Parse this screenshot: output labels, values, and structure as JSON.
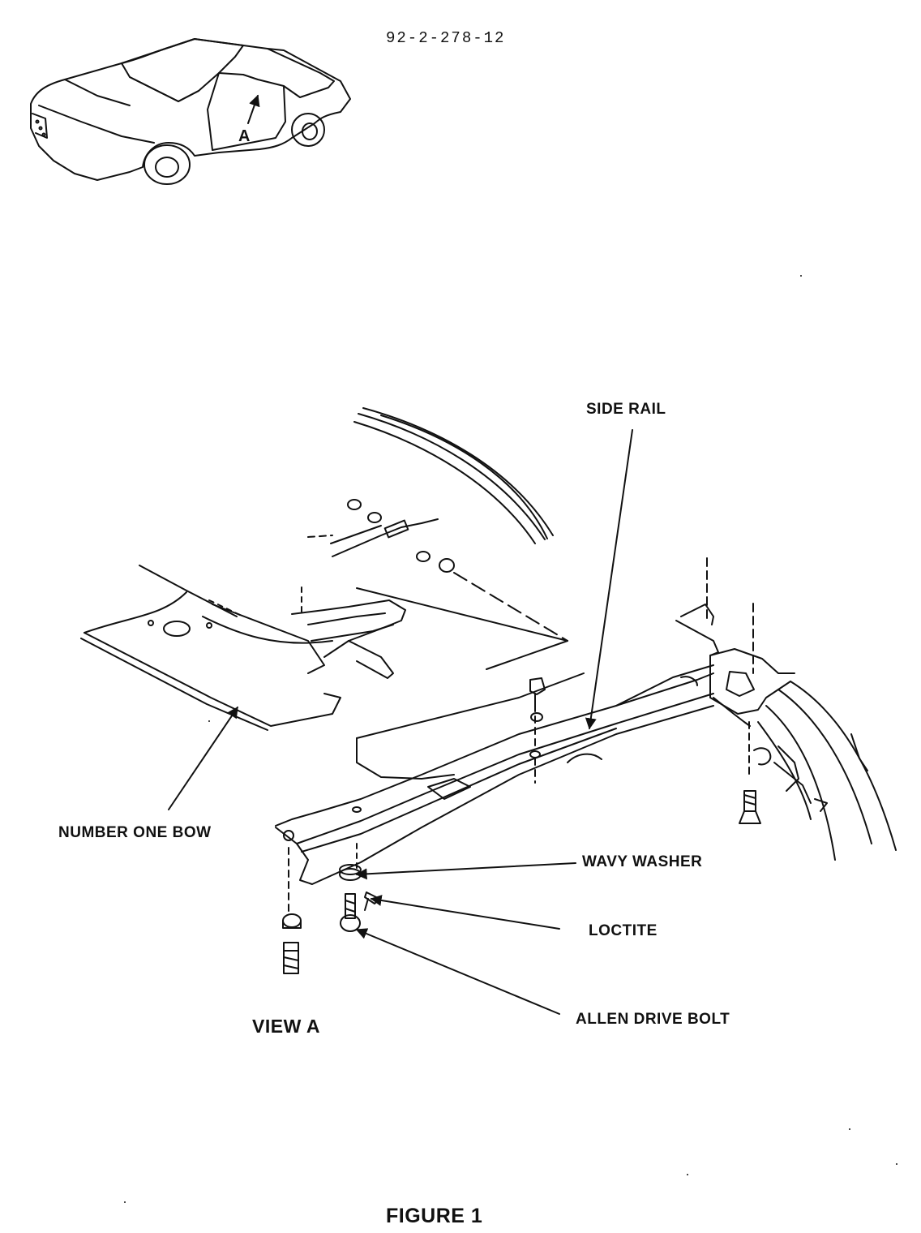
{
  "document": {
    "code": "92-2-278-12",
    "view_marker": "A",
    "view_title": "VIEW A",
    "figure_title": "FIGURE 1"
  },
  "callouts": {
    "side_rail": "SIDE RAIL",
    "number_one_bow": "NUMBER ONE BOW",
    "wavy_washer": "WAVY WASHER",
    "loctite": "LOCTITE",
    "allen_drive_bolt": "ALLEN DRIVE BOLT"
  }
}
